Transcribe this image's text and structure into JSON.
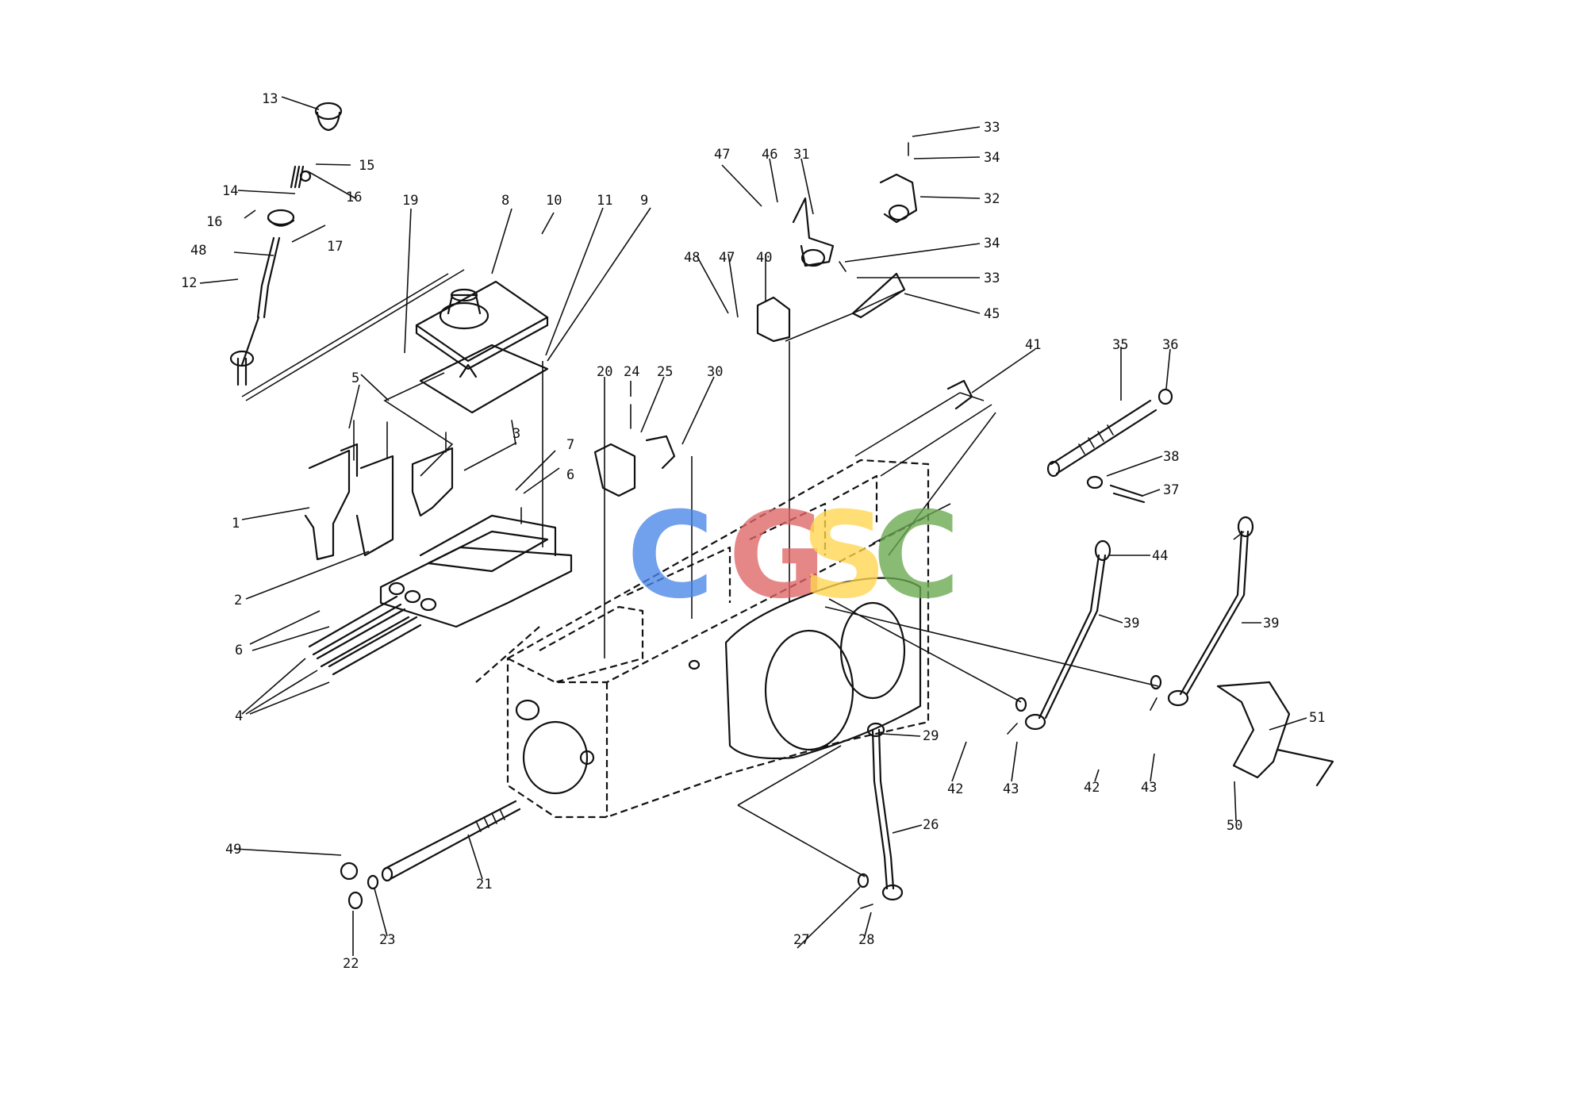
{
  "diagram": {
    "labels": {
      "l1": "1",
      "l2": "2",
      "l3": "3",
      "l4": "4",
      "l5": "5",
      "l6a": "6",
      "l6b": "6",
      "l7": "7",
      "l8": "8",
      "l9": "9",
      "l10": "10",
      "l11": "11",
      "l12": "12",
      "l13": "13",
      "l14": "14",
      "l15": "15",
      "l16a": "16",
      "l16b": "16",
      "l17": "17",
      "l19": "19",
      "l20": "20",
      "l21": "21",
      "l22": "22",
      "l23": "23",
      "l24": "24",
      "l25": "25",
      "l26": "26",
      "l27": "27",
      "l28": "28",
      "l29": "29",
      "l30": "30",
      "l31": "31",
      "l32": "32",
      "l33a": "33",
      "l33b": "33",
      "l34a": "34",
      "l34b": "34",
      "l35": "35",
      "l36": "36",
      "l37": "37",
      "l38": "38",
      "l39a": "39",
      "l39b": "39",
      "l40": "40",
      "l41": "41",
      "l42a": "42",
      "l42b": "42",
      "l43a": "43",
      "l43b": "43",
      "l44": "44",
      "l45": "45",
      "l46": "46",
      "l47a": "47",
      "l47b": "47",
      "l48a": "48",
      "l48b": "48",
      "l49": "49",
      "l50": "50",
      "l51": "51"
    },
    "watermark": {
      "letters": [
        "C",
        "G",
        "S",
        "C"
      ],
      "colors": [
        "#4a86e8",
        "#e06666",
        "#ffd54f",
        "#6aa84f"
      ]
    }
  }
}
